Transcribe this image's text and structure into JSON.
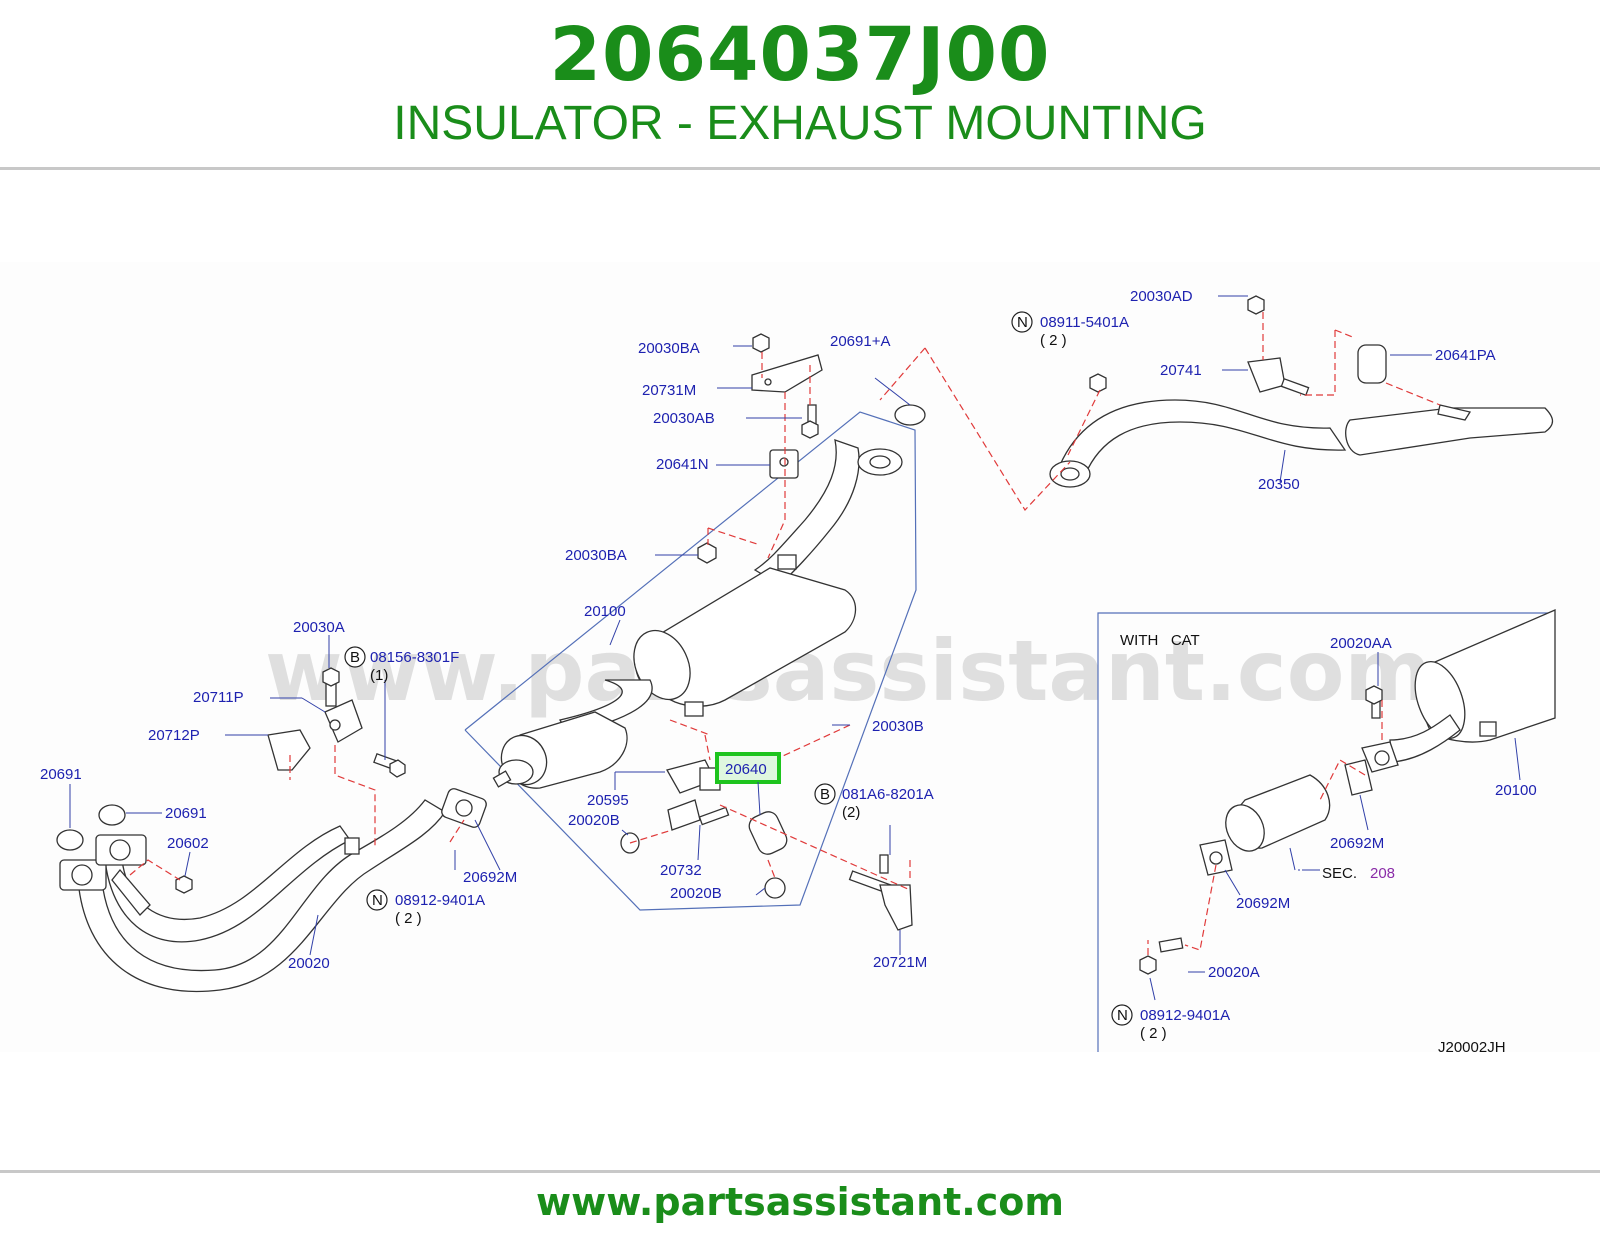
{
  "header": {
    "part_number": "2064037J00",
    "description": "INSULATOR - EXHAUST MOUNTING"
  },
  "footer": {
    "url": "www.partsassistant.com"
  },
  "watermark": "www.partsassistant.com",
  "colors": {
    "brand_green": "#1a8d1a",
    "label_blue": "#1e22b0",
    "dashed_red": "#e03a3a",
    "highlight_box": "#1ec41e",
    "highlight_fill": "#dff7df",
    "sec_ref_purple": "#8a2ca8"
  },
  "diagram": {
    "highlighted_part": "20640",
    "diagram_code": "J20002JH",
    "with_cat_title": "WITH   CAT",
    "sec_prefix": "SEC.",
    "sec_number": "208",
    "callouts": [
      {
        "id": "b1",
        "letter": "B",
        "code": "08156-8301F",
        "qty": "(1)"
      },
      {
        "id": "b2",
        "letter": "B",
        "code": "081A6-8201A",
        "qty": "(2)"
      },
      {
        "id": "n1",
        "letter": "N",
        "code": "08911-5401A",
        "qty": "( 2 )"
      },
      {
        "id": "n2",
        "letter": "N",
        "code": "08912-9401A",
        "qty": "( 2 )"
      },
      {
        "id": "n3",
        "letter": "N",
        "code": "08912-9401A",
        "qty": "( 2 )"
      }
    ],
    "labels": [
      "20030BA",
      "20691+A",
      "20731M",
      "20030AB",
      "20641N",
      "20030BA",
      "20100",
      "20030A",
      "20711P",
      "20712P",
      "20691",
      "20691",
      "20602",
      "20692M",
      "20020",
      "20595",
      "20020B",
      "20732",
      "20020B",
      "20030B",
      "20721M",
      "20030AD",
      "20741",
      "20641PA",
      "20350",
      "20020AA",
      "20100",
      "20692M",
      "20692M",
      "20020A"
    ]
  }
}
